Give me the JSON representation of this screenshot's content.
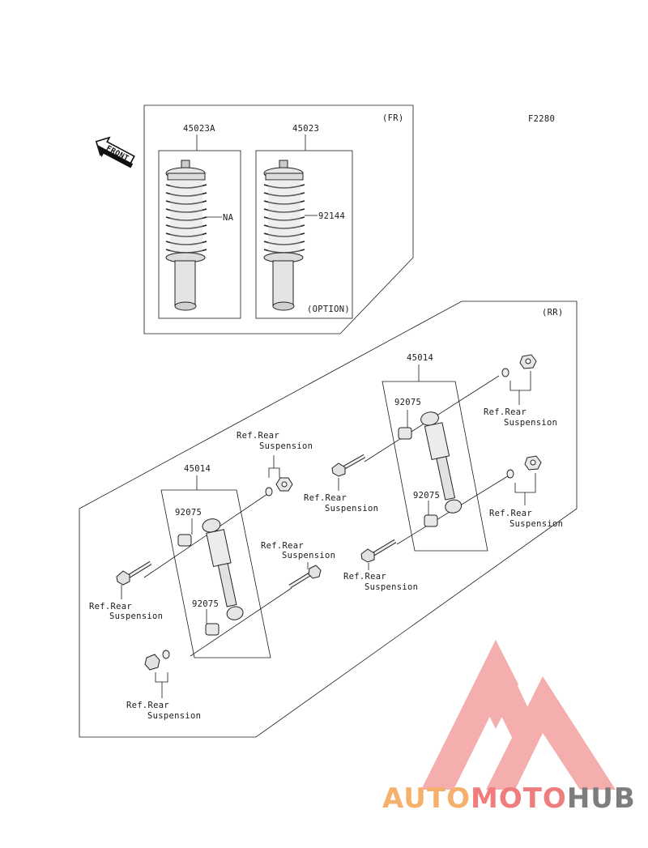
{
  "diagram": {
    "code": "F2280",
    "front_label": "FRONT",
    "front_section": {
      "tag": "(FR)",
      "left_part_no": "45023A",
      "left_callout": "NA",
      "right_part_no": "45023",
      "right_callout": "92144",
      "option_note": "(OPTION)"
    },
    "rear_section": {
      "tag": "(RR)",
      "left_shock": {
        "part_no": "45014",
        "bushing_top": "92075",
        "bushing_bottom": "92075"
      },
      "right_shock": {
        "part_no": "45014",
        "bushing_top": "92075",
        "bushing_bottom": "92075"
      },
      "ref_line1": "Ref.Rear",
      "ref_line2": "Suspension"
    }
  },
  "watermark": {
    "part1": "AUTO",
    "part2": "MOTO",
    "part3": "HUB",
    "color_orange": "#f5b06c",
    "color_pink": "#f07d7d",
    "color_gray": "#7d7d7d"
  }
}
